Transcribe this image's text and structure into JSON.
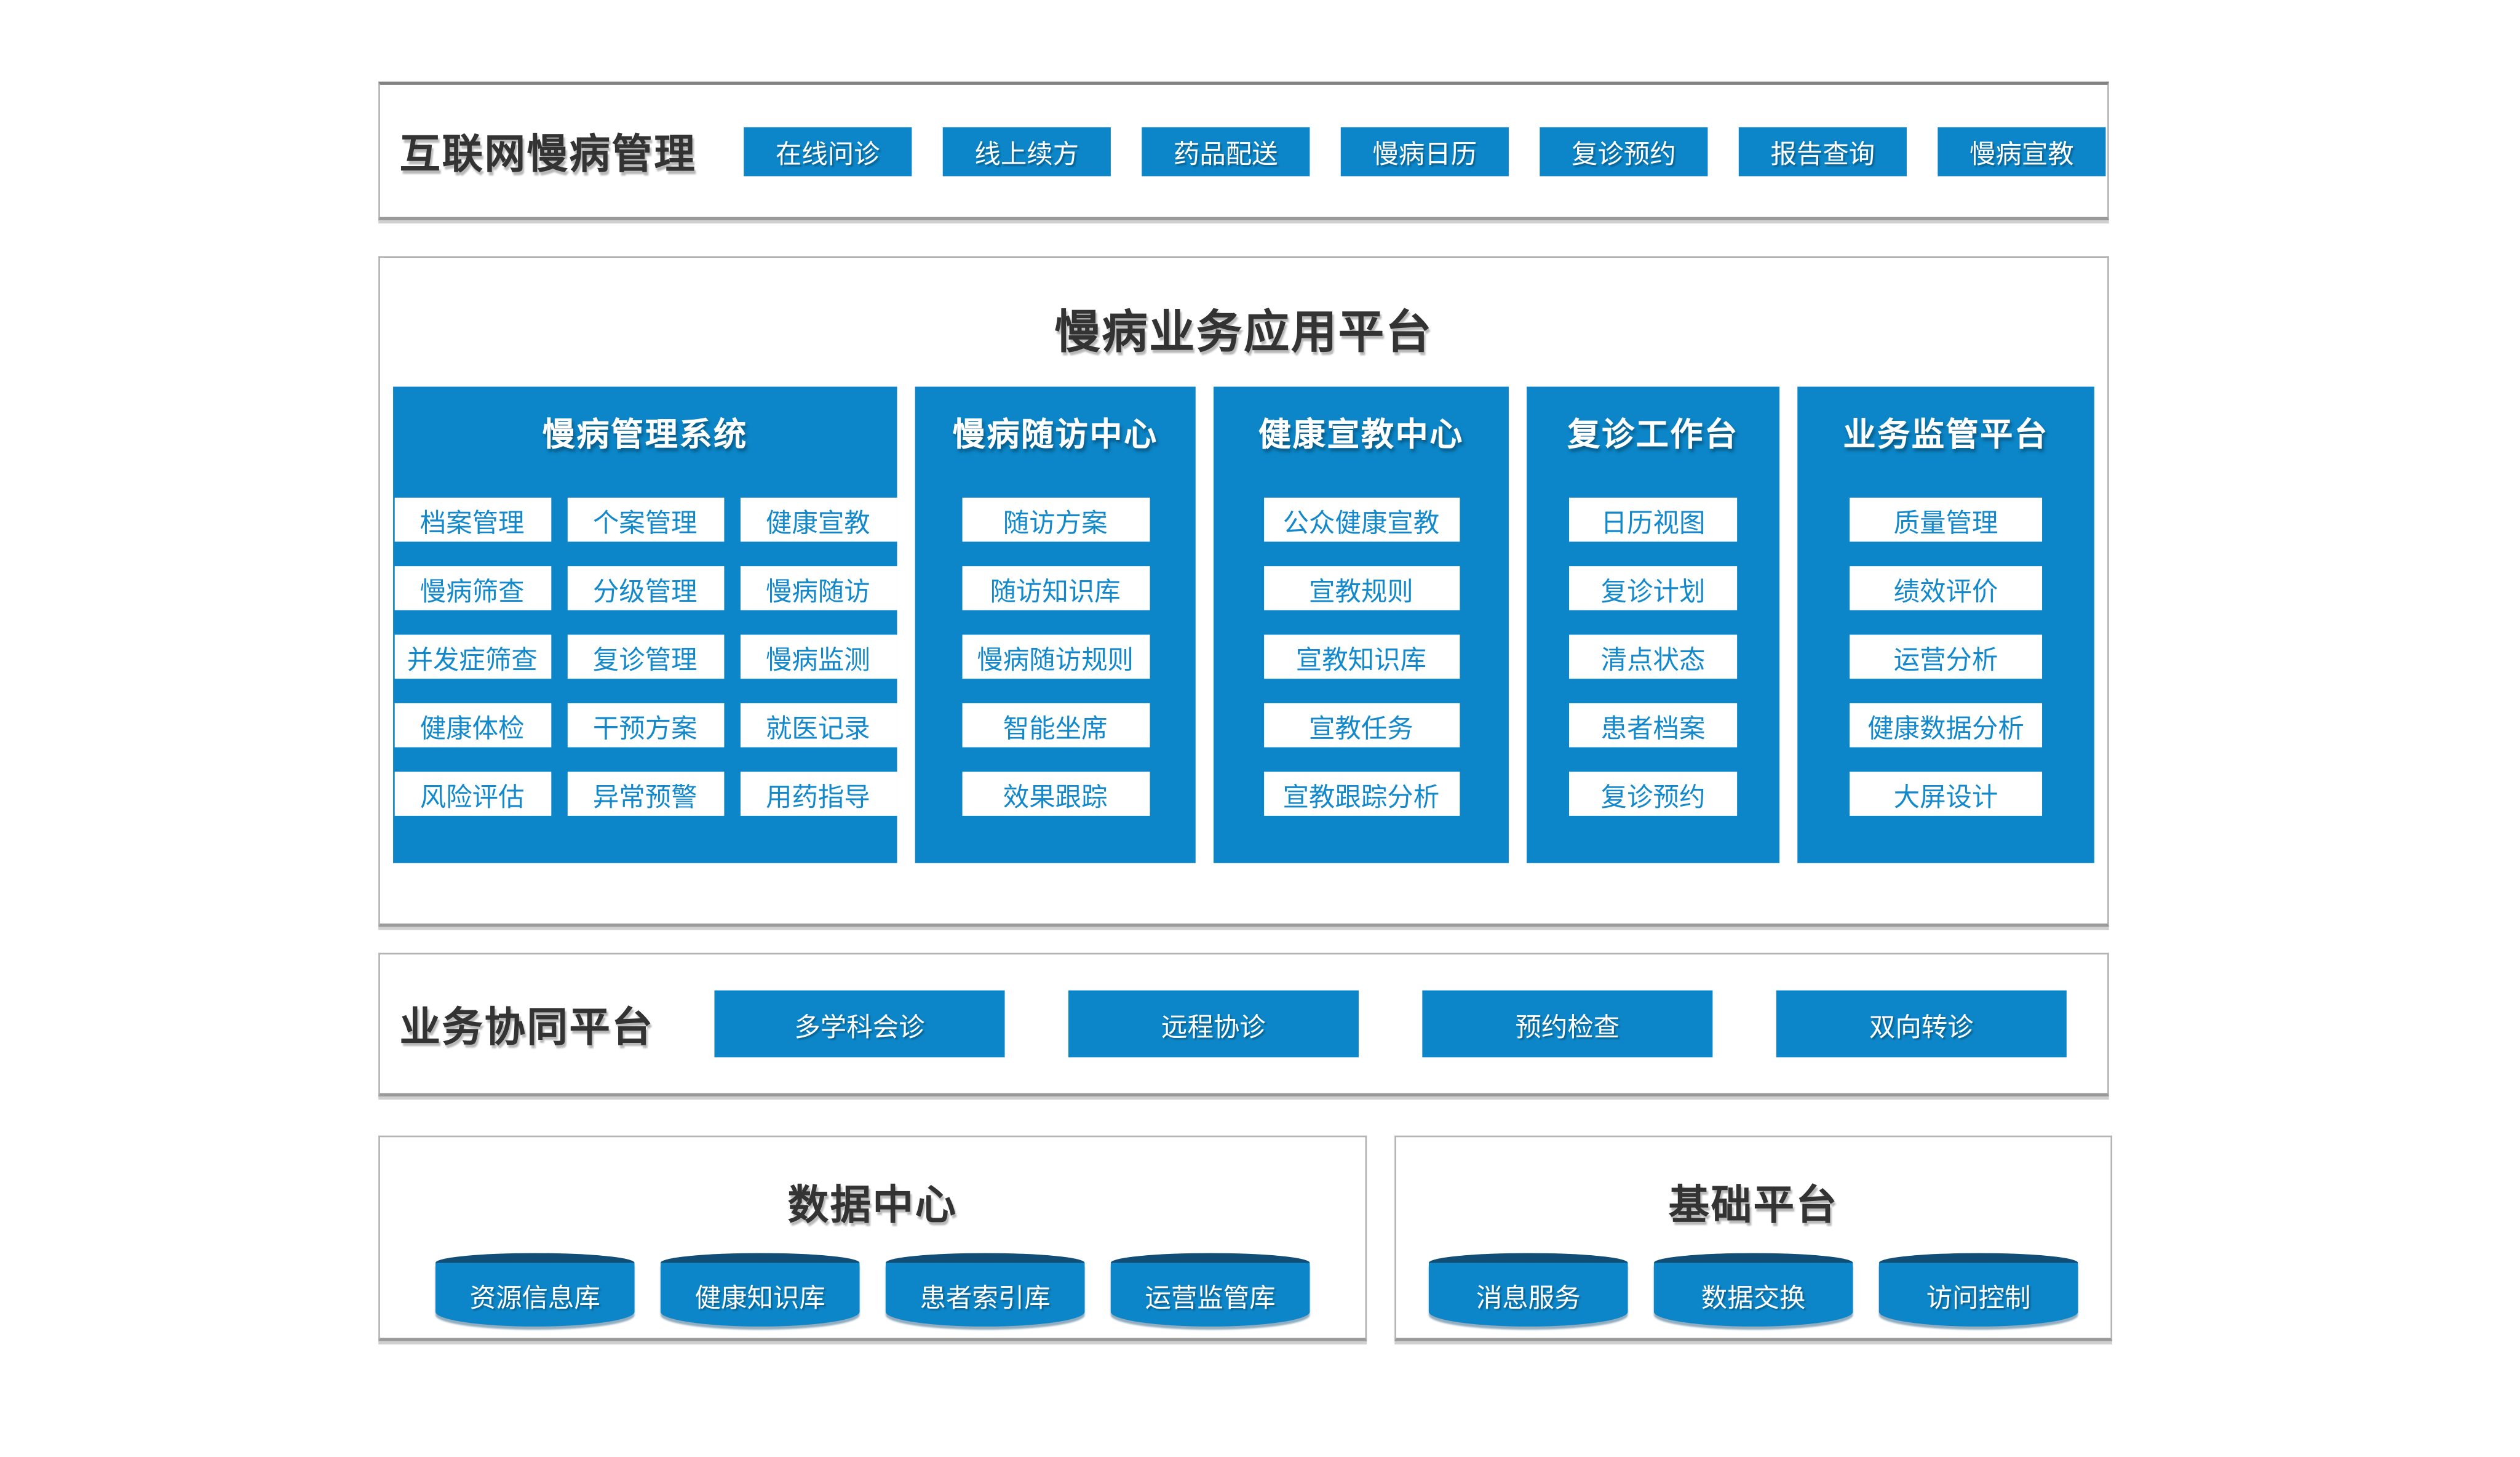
{
  "colors": {
    "primary_blue": "#0c86c8",
    "cylinder_top_blue": "#104e78",
    "button_text_blue": "#1389cc",
    "title_text": "#333333",
    "panel_border": "#b4b4b4"
  },
  "top_bar": {
    "title": "互联网慢病管理",
    "buttons": [
      "在线问诊",
      "线上续方",
      "药品配送",
      "慢病日历",
      "复诊预约",
      "报告查询",
      "慢病宣教"
    ]
  },
  "application_platform": {
    "title": "慢病业务应用平台",
    "columns": [
      {
        "title": "慢病管理系统",
        "items": [
          "档案管理",
          "个案管理",
          "健康宣教",
          "慢病筛查",
          "分级管理",
          "慢病随访",
          "并发症筛查",
          "复诊管理",
          "慢病监测",
          "健康体检",
          "干预方案",
          "就医记录",
          "风险评估",
          "异常预警",
          "用药指导"
        ]
      },
      {
        "title": "慢病随访中心",
        "items": [
          "随访方案",
          "随访知识库",
          "慢病随访规则",
          "智能坐席",
          "效果跟踪"
        ]
      },
      {
        "title": "健康宣教中心",
        "items": [
          "公众健康宣教",
          "宣教规则",
          "宣教知识库",
          "宣教任务",
          "宣教跟踪分析"
        ]
      },
      {
        "title": "复诊工作台",
        "items": [
          "日历视图",
          "复诊计划",
          "清点状态",
          "患者档案",
          "复诊预约"
        ]
      },
      {
        "title": "业务监管平台",
        "items": [
          "质量管理",
          "绩效评价",
          "运营分析",
          "健康数据分析",
          "大屏设计"
        ]
      }
    ]
  },
  "collaboration_platform": {
    "title": "业务协同平台",
    "buttons": [
      "多学科会诊",
      "远程协诊",
      "预约检查",
      "双向转诊"
    ]
  },
  "data_center": {
    "title": "数据中心",
    "databases": [
      "资源信息库",
      "健康知识库",
      "患者索引库",
      "运营监管库"
    ]
  },
  "base_platform": {
    "title": "基础平台",
    "databases": [
      "消息服务",
      "数据交换",
      "访问控制"
    ]
  }
}
